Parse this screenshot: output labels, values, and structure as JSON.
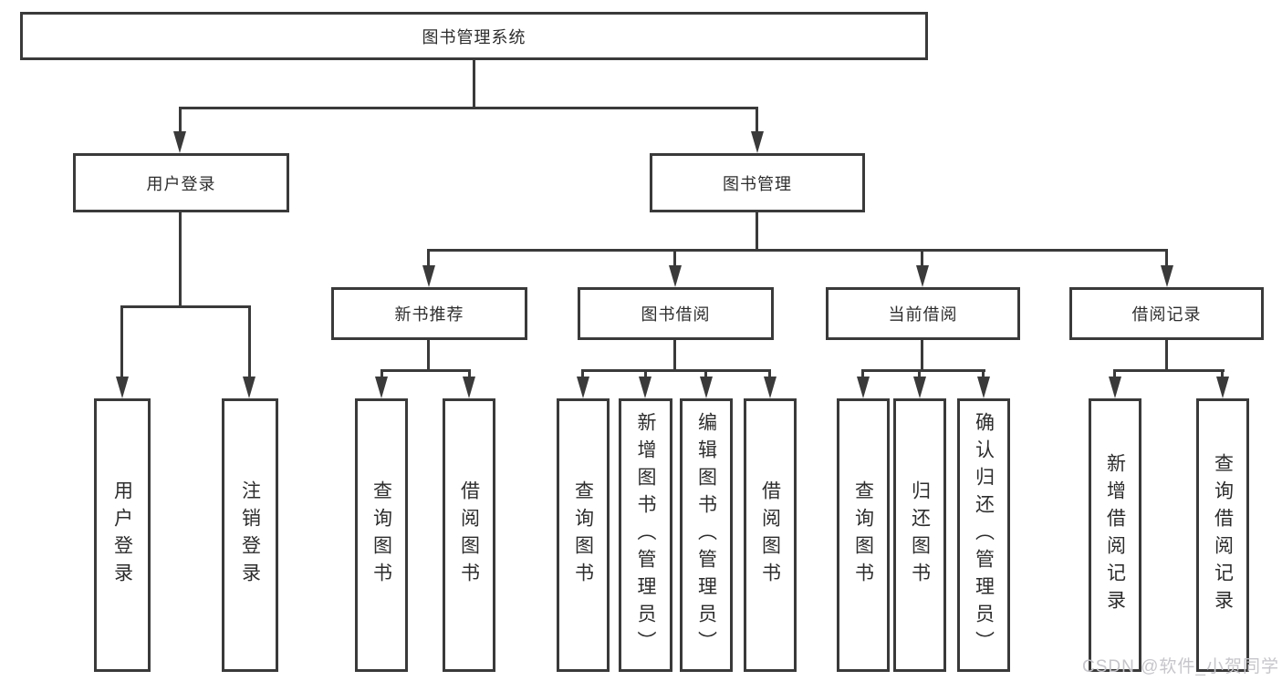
{
  "root": {
    "label": "图书管理系统"
  },
  "level1": [
    {
      "label": "用户登录"
    },
    {
      "label": "图书管理"
    }
  ],
  "level2": [
    {
      "label": "新书推荐"
    },
    {
      "label": "图书借阅"
    },
    {
      "label": "当前借阅"
    },
    {
      "label": "借阅记录"
    }
  ],
  "level3": [
    {
      "parent": "用户登录",
      "label": "用户登录"
    },
    {
      "parent": "用户登录",
      "label": "注销登录"
    },
    {
      "parent": "新书推荐",
      "label": "查询图书"
    },
    {
      "parent": "新书推荐",
      "label": "借阅图书"
    },
    {
      "parent": "图书借阅",
      "label": "查询图书"
    },
    {
      "parent": "图书借阅",
      "label": "新增图书（管理员）"
    },
    {
      "parent": "图书借阅",
      "label": "编辑图书（管理员）"
    },
    {
      "parent": "图书借阅",
      "label": "借阅图书"
    },
    {
      "parent": "当前借阅",
      "label": "查询图书"
    },
    {
      "parent": "当前借阅",
      "label": "归还图书"
    },
    {
      "parent": "当前借阅",
      "label": "确认归还（管理员）"
    },
    {
      "parent": "借阅记录",
      "label": "新增借阅记录"
    },
    {
      "parent": "借阅记录",
      "label": "查询借阅记录"
    }
  ],
  "watermark": "CSDN @软件_小贺同学",
  "colors": {
    "line": "#3a3a3a",
    "text": "#2d2d2d",
    "watermark": "#c6c6cb",
    "background": "#ffffff"
  }
}
